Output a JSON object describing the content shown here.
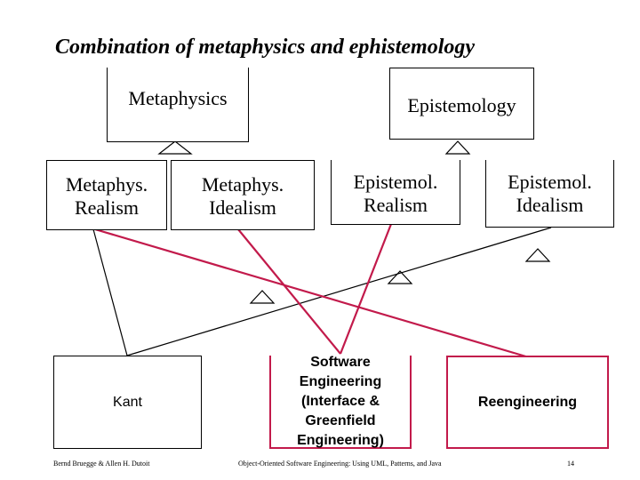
{
  "title": "Combination of metaphysics and ephistemology",
  "boxes": {
    "metaphysics": "Metaphysics",
    "epistemology": "Epistemology",
    "metaphys_realism": [
      "Metaphys.",
      "Realism"
    ],
    "metaphys_idealism": [
      "Metaphys.",
      "Idealism"
    ],
    "epistemol_realism": [
      "Epistemol.",
      "Realism"
    ],
    "epistemol_idealism": [
      "Epistemol.",
      "Idealism"
    ],
    "kant": "Kant",
    "software_engineering": [
      "Software",
      "Engineering",
      "(Interface &",
      "Greenfield",
      "Engineering)"
    ],
    "reengineering": "Reengineering"
  },
  "footer": {
    "authors": "Bernd Bruegge & Allen H. Dutoit",
    "book": "Object-Oriented Software Engineering: Using UML, Patterns, and Java",
    "page": "14"
  },
  "colors": {
    "red_link": "#c21a4b",
    "black_link": "#000000"
  }
}
